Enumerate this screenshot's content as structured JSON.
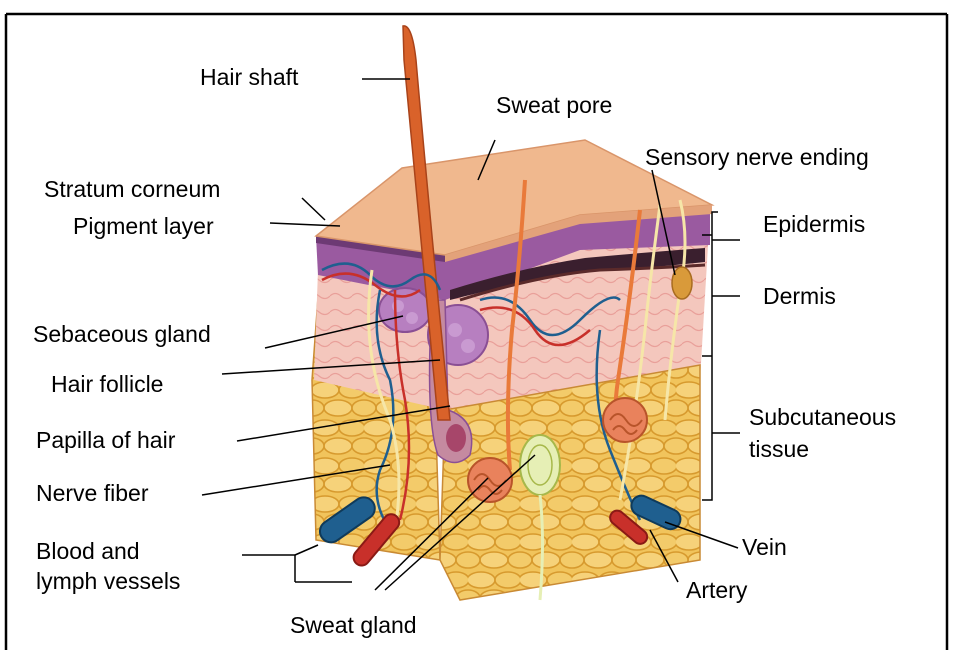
{
  "labels": {
    "hair_shaft": "Hair shaft",
    "sweat_pore": "Sweat pore",
    "sensory_nerve_ending": "Sensory nerve ending",
    "stratum_corneum": "Stratum corneum",
    "pigment_layer": "Pigment layer",
    "epidermis": "Epidermis",
    "dermis": "Dermis",
    "sebaceous_gland": "Sebaceous gland",
    "hair_follicle": "Hair follicle",
    "papilla_of_hair": "Papilla of hair",
    "subcutaneous_tissue_line1": "Subcutaneous",
    "subcutaneous_tissue_line2": "tissue",
    "nerve_fiber": "Nerve fiber",
    "blood_lymph_line1": "Blood and",
    "blood_lymph_line2": "lymph vessels",
    "vein": "Vein",
    "artery": "Artery",
    "sweat_gland": "Sweat gland"
  },
  "colors": {
    "surface": "#f0b88e",
    "epidermis": "#9a5aa0",
    "dermis": "#f2c6c0",
    "subcutaneous_fat": "#f1c45c",
    "hair": "#d9622a",
    "vein": "#1f5f8f",
    "artery": "#c8302a",
    "nerve": "#f6e6a8"
  }
}
